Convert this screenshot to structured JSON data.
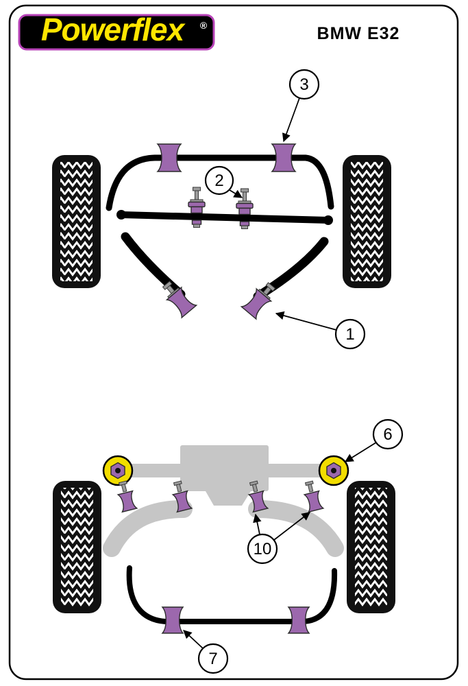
{
  "header": {
    "logo_text": "Powerflex",
    "registered_symbol": "®",
    "model_label": "BMW E32"
  },
  "callouts": {
    "front_anti_roll_bar_bush": "3",
    "front_tie_bar_bush": "2",
    "front_lower_arm_bush": "1",
    "rear_subframe_mount": "6",
    "rear_trailing_arm_bush": "10",
    "rear_anti_roll_bar_bush": "7"
  },
  "colors": {
    "bush_purple": "#9c68ad",
    "mount_yellow": "#f2dd00",
    "logo_yellow": "#ffe600",
    "logo_outline_magenta": "#b843b8",
    "logo_background": "#000000",
    "subframe_grey": "#c6c6c6",
    "diagram_line": "#000000",
    "page_background": "#ffffff"
  }
}
